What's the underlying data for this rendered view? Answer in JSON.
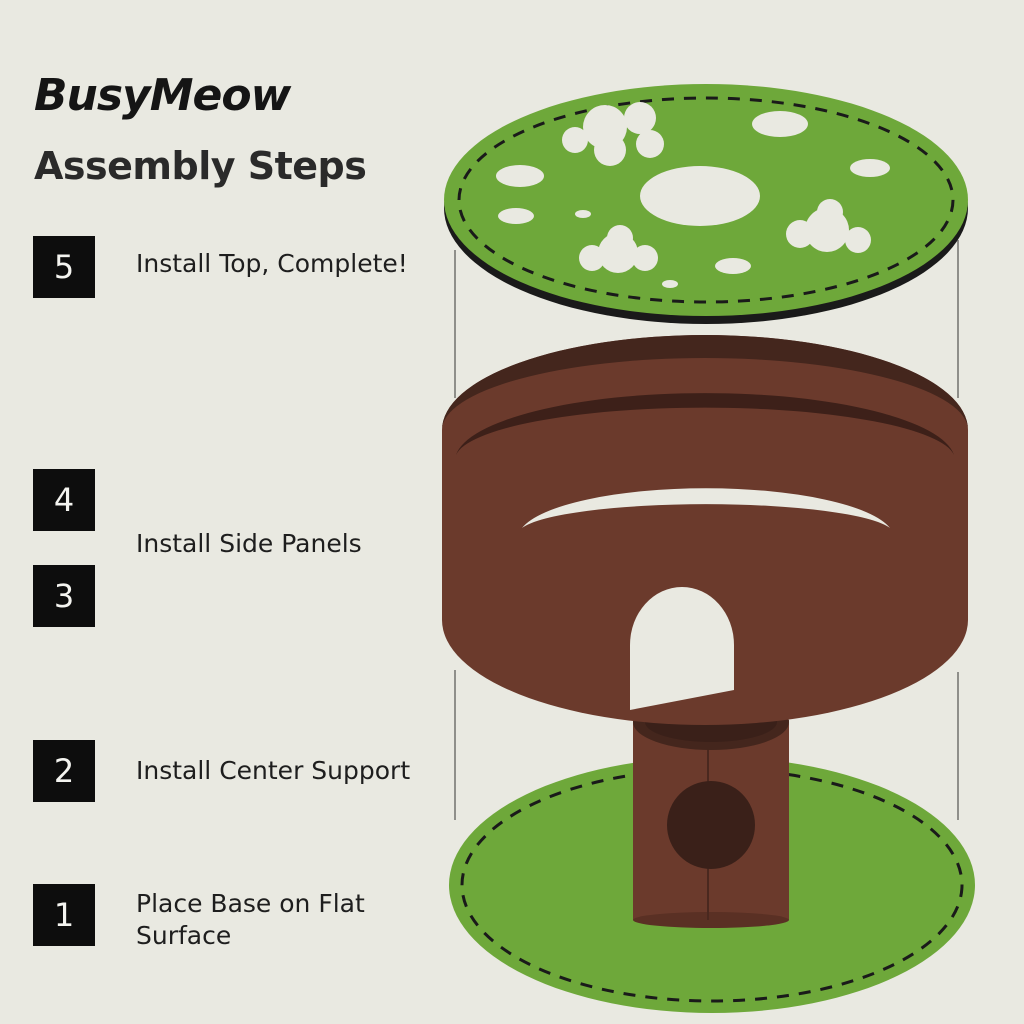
{
  "brand": "BusyMeow",
  "title": "Assembly Steps",
  "steps": [
    {
      "number": "5",
      "label": "Install Top, Complete!"
    },
    {
      "number": "4",
      "label": ""
    },
    {
      "number": "3",
      "label": ""
    },
    {
      "number": "2",
      "label": "Install Center Support"
    },
    {
      "number": "1",
      "label": "Place Base on Flat Surface"
    }
  ],
  "side_panels_label": "Install Side Panels",
  "colors": {
    "felt_green": "#6ea83a",
    "panel_brown": "#6b3a2c",
    "panel_dark": "#44261d",
    "badge": "#0d0d0d",
    "background": "#e9e9e1"
  }
}
